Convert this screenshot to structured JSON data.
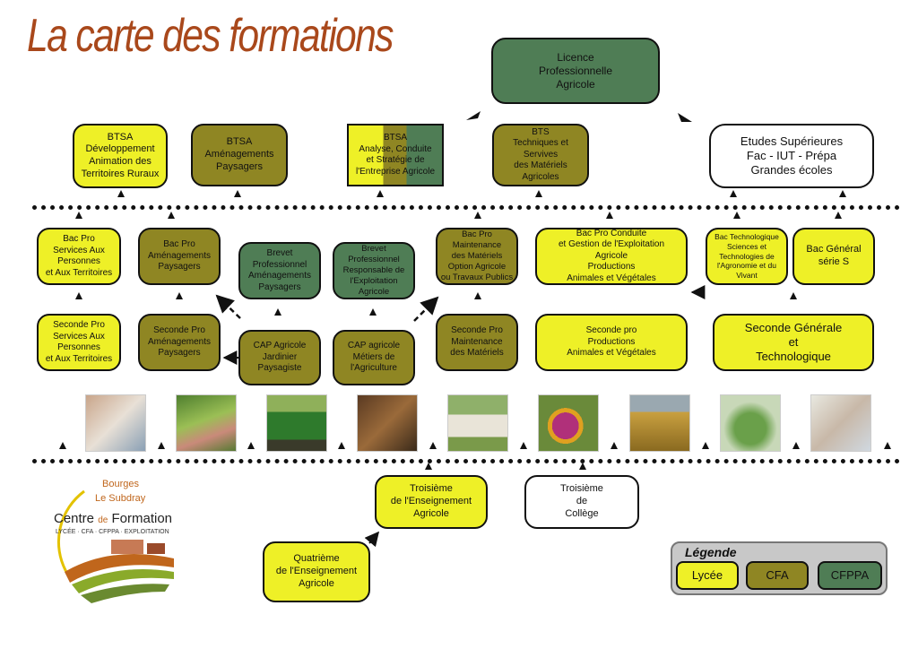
{
  "title": "La carte des formations",
  "colors": {
    "lycee": "#eef027",
    "cfa": "#8f8623",
    "cfppa": "#4f7d55",
    "title": "#a9481b"
  },
  "top": {
    "licence": "Licence\nProfessionnelle\nAgricole",
    "btsa_dev": "BTSA\nDéveloppement\nAnimation des\nTerritoires Ruraux",
    "btsa_amenagements": "BTSA\nAménagements\nPaysagers",
    "btsa_acse": "BTSA\nAnalyse, Conduite\net Stratégie de\nl'Entreprise Agricole",
    "bts_tsma": "BTS\nTechniques et Servives\ndes Matériels\nAgricoles",
    "etudes_sup": "Etudes Supérieures\nFac - IUT  - Prépa\nGrandes écoles"
  },
  "middle": {
    "bacpro_services": "Bac Pro\nServices Aux\nPersonnes\net Aux Territoires",
    "bacpro_amenagements": "Bac Pro\nAménagements\nPaysagers",
    "brevet_amenagements": "Brevet\nProfessionnel\nAménagements\nPaysagers",
    "brevet_responsable": "Brevet\nProfessionnel\nResponsable de\nl'Exploitation\nAgricole",
    "bacpro_maintenance": "Bac Pro\nMaintenance\ndes Matériels\nOption Agricole\nou Travaux Publics",
    "bacpro_cgea": "Bac Pro Conduite\net Gestion de l'Exploitation\nAgricole\nProductions\nAnimales et Végétales",
    "bac_stav": "Bac Technologique\nSciences et\nTechnologies de\nl'Agronomie et du Vivant",
    "bac_s": "Bac Général\nsérie S",
    "seconde_services": "Seconde Pro\nServices Aux\nPersonnes\net Aux Territoires",
    "seconde_amenagements": "Seconde Pro\nAménagements\nPaysagers",
    "cap_jardinier": "CAP Agricole\nJardinier\nPaysagiste",
    "cap_metiers": "CAP agricole\nMétiers de\nl'Agriculture",
    "seconde_maintenance": "Seconde Pro\nMaintenance\ndes Matériels",
    "seconde_productions": "Seconde pro\nProductions\nAnimales et Végétales",
    "seconde_generale": "Seconde Générale\net\nTechnologique"
  },
  "photos": [
    "care-photo",
    "garden-photo",
    "tractor-photo",
    "workshop-photo",
    "sheep-photo",
    "bee-flower-photo",
    "wheat-photo",
    "plant-photo",
    "lab-photo"
  ],
  "bottom": {
    "troisieme_ens": "Troisième\nde l'Enseignement\nAgricole",
    "troisieme_college": "Troisième\nde\nCollège",
    "quatrieme": "Quatrième\nde l'Enseignement\nAgricole"
  },
  "logo": {
    "line1": "Bourges",
    "line2": "Le Subdray",
    "centre": "Centre",
    "de": "de",
    "formation": "Formation",
    "sub": "LYCÉE · CFA · CFPPA · EXPLOITATION"
  },
  "legend": {
    "title": "Légende",
    "lycee": "Lycée",
    "cfa": "CFA",
    "cfppa": "CFPPA"
  }
}
